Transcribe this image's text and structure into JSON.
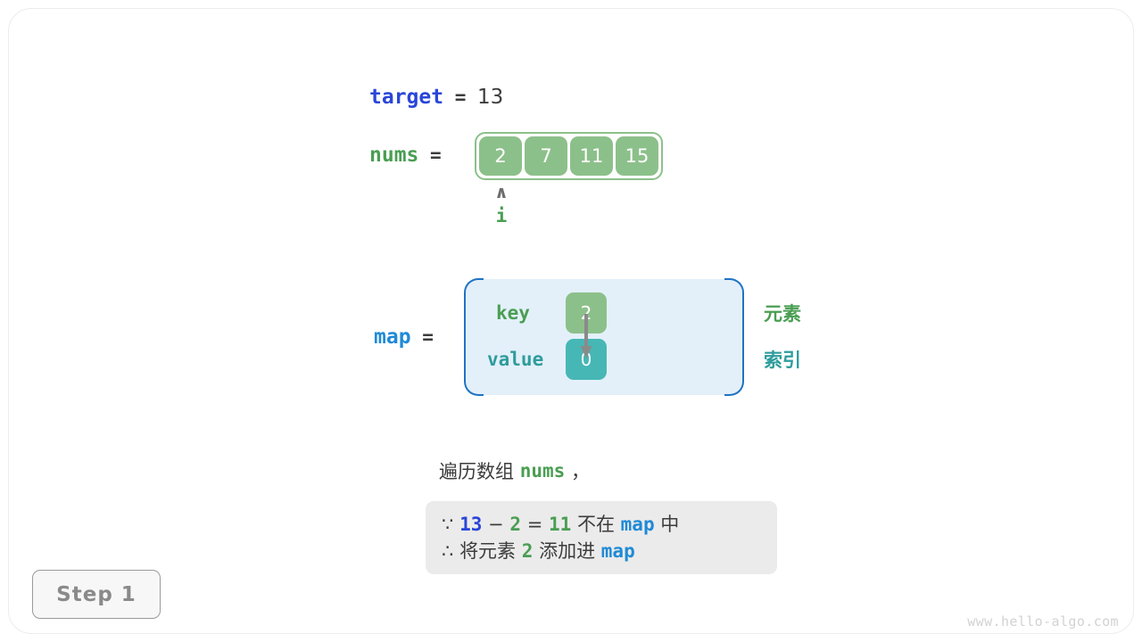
{
  "watermark": "www.hello-algo.com",
  "step_badge": "Step 1",
  "colors": {
    "blue": "#2a46d8",
    "light_blue": "#1f8ad6",
    "green": "#4a9e53",
    "teal": "#2e9c9c",
    "cell_green": "#8cc08a",
    "cell_teal": "#46b7b5",
    "map_bg": "#e3f0fa",
    "map_border": "#1f73c4",
    "reason_bg": "#ebebeb"
  },
  "target": {
    "name": "target",
    "equals": "=",
    "value": "13"
  },
  "nums": {
    "name": "nums",
    "equals": "=",
    "cells": [
      "2",
      "7",
      "11",
      "15"
    ],
    "pointer_caret": "∧",
    "pointer_label": "i"
  },
  "map": {
    "name": "map",
    "equals": "=",
    "key_label": "key",
    "value_label": "value",
    "key_cell": "2",
    "value_cell": "0",
    "note_element": "元素",
    "note_index": "索引"
  },
  "explanation": {
    "line": [
      "遍历数组 ",
      "nums",
      " ，"
    ],
    "reason_line_1": {
      "symbol": "∵",
      "target": "13",
      "minus": "−",
      "num": "2",
      "equals": "=",
      "result": "11",
      "mid_text": "不在",
      "map": "map",
      "tail_text": "中"
    },
    "reason_line_2": {
      "symbol": "∴",
      "lead_text": "将元素",
      "num": "2",
      "mid_text": "添加进",
      "map": "map"
    }
  }
}
